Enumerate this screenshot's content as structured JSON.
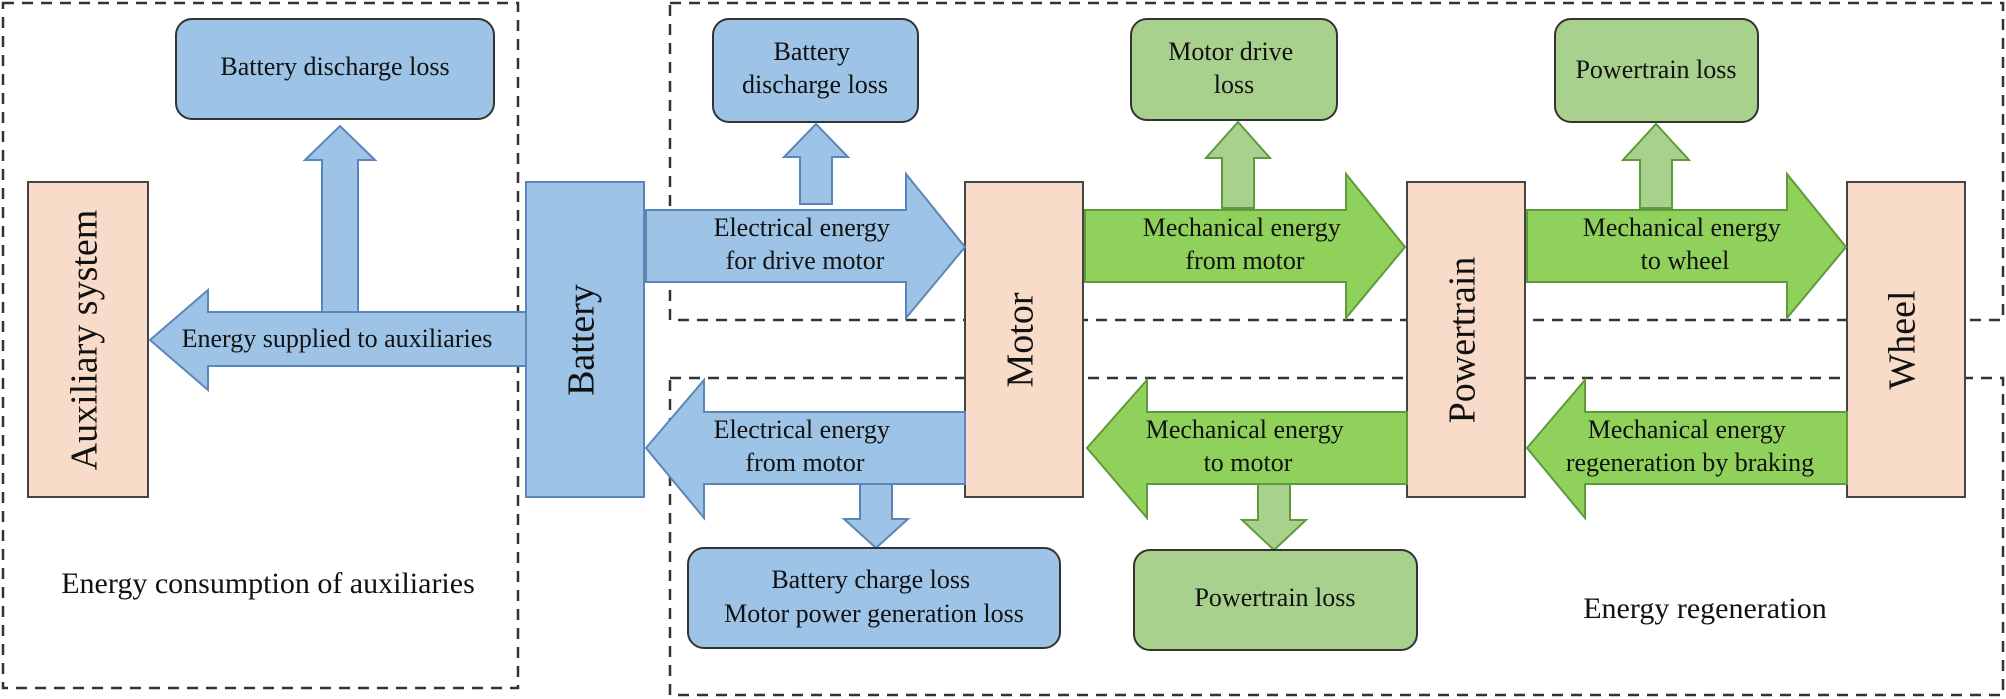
{
  "colors": {
    "blue": "#9dc3e6",
    "blue_stroke": "#5b87b8",
    "green": "#8fd15a",
    "green_light": "#a9d18e",
    "green_stroke": "#5f9a3c",
    "peach": "#f8dcc9",
    "peach_stroke": "#444444",
    "dash": "#333333"
  },
  "regions": {
    "auxiliaries": "Energy consumption of auxiliaries",
    "regeneration": "Energy regeneration"
  },
  "blocks": {
    "auxiliary": "Auxiliary system",
    "battery": "Battery",
    "motor": "Motor",
    "powertrain": "Powertrain",
    "wheel": "Wheel"
  },
  "loss_boxes": {
    "aux_battery_discharge": [
      "Battery discharge loss"
    ],
    "drive_battery_discharge": [
      "Battery",
      "discharge loss"
    ],
    "motor_drive": [
      "Motor drive",
      "loss"
    ],
    "powertrain_drive": [
      "Powertrain loss"
    ],
    "regen_charge": [
      "Battery charge loss",
      "Motor power generation loss"
    ],
    "powertrain_regen": [
      "Powertrain loss"
    ]
  },
  "arrows": {
    "energy_to_auxiliaries": [
      "Energy supplied to auxiliaries"
    ],
    "electrical_to_motor": [
      "Electrical energy",
      "for drive motor"
    ],
    "mechanical_from_motor": [
      "Mechanical energy",
      "from motor"
    ],
    "mechanical_to_wheel": [
      "Mechanical energy",
      "to wheel"
    ],
    "electrical_from_motor": [
      "Electrical energy",
      "from motor"
    ],
    "mechanical_to_motor": [
      "Mechanical energy",
      "to motor"
    ],
    "regeneration_by_braking": [
      "Mechanical energy",
      "regeneration by braking"
    ]
  },
  "icons": {
    "flow_arrow": "arrow-shape",
    "loss_arrow": "up-down-arrow-shape"
  }
}
